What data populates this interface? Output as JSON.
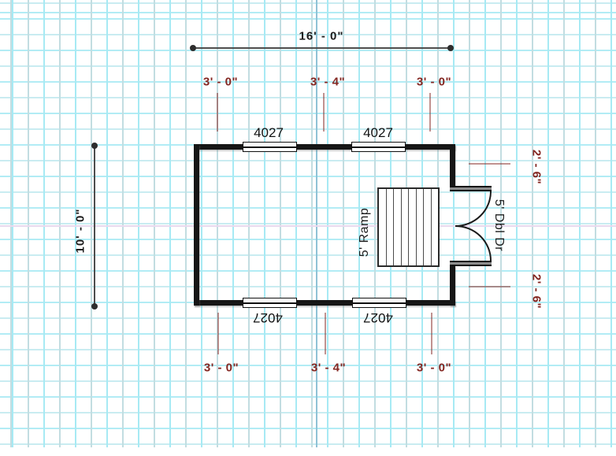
{
  "drawing": {
    "type": "floor-plan",
    "paper": "cyan graph grid on white"
  },
  "dimensions": {
    "overall_width": "16' - 0\"",
    "overall_height": "10' - 0\"",
    "top": [
      "3' - 0\"",
      "3' - 4\"",
      "3' - 0\""
    ],
    "bottom": [
      "3' - 0\"",
      "3' - 4\"",
      "3' - 0\""
    ],
    "right": [
      "2' - 6\"",
      "2' - 6\""
    ]
  },
  "labels": {
    "window": "4027",
    "ramp": "5' Ramp",
    "door": "5' Dbl Dr"
  },
  "colors": {
    "wall": "#161616",
    "dim_black": "#1b1b1b",
    "dim_red": "#832621",
    "grid_h_light": "#c9ecf1",
    "grid_h_bright": "#b2ecf5",
    "grid_v_gray": "#c2dde1",
    "grid_v_bright": "#a7eaf4",
    "grid_guide_h": "#e9d9ee",
    "grid_guide_v": "#8fc2d6"
  }
}
